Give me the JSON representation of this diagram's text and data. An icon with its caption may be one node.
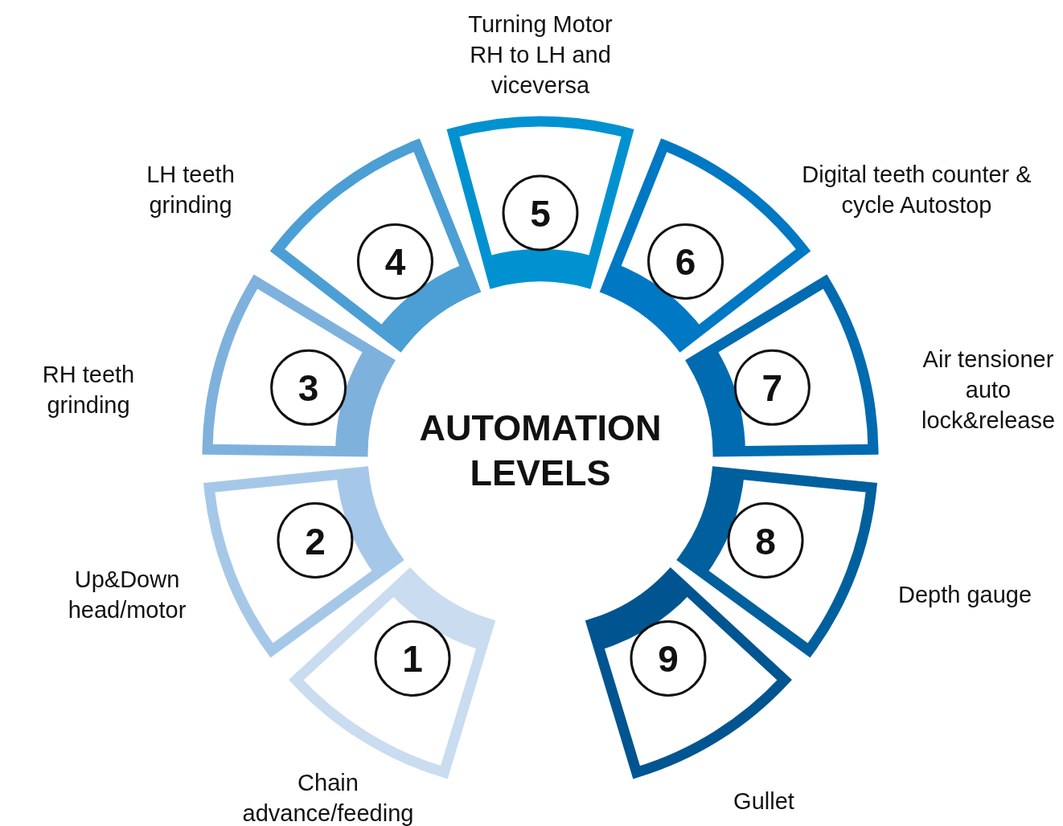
{
  "diagram": {
    "title": "AUTOMATION LEVELS",
    "nodes": [
      {
        "text": [
          "1"
        ],
        "beside": [
          "Chain advance/feeding"
        ]
      },
      {
        "text": [
          "2"
        ],
        "beside": [
          "Up&Down head/motor"
        ]
      },
      {
        "text": [
          "3"
        ],
        "beside": [
          "RH teeth grinding"
        ]
      },
      {
        "text": [
          "4"
        ],
        "beside": [
          "LH teeth grinding"
        ]
      },
      {
        "text": [
          "5"
        ],
        "beside": [
          "Turning Motor RH to LH and viceversa"
        ]
      },
      {
        "text": [
          "6"
        ],
        "beside": [
          "Digital teeth counter & cycle Autostop"
        ]
      },
      {
        "text": [
          "7"
        ],
        "beside": [
          "Air tensioner auto lock&release"
        ]
      },
      {
        "text": [
          "8"
        ],
        "beside": [
          "Depth gauge"
        ]
      },
      {
        "text": [
          "9"
        ],
        "beside": [
          "Gullet"
        ]
      }
    ],
    "edges": []
  }
}
